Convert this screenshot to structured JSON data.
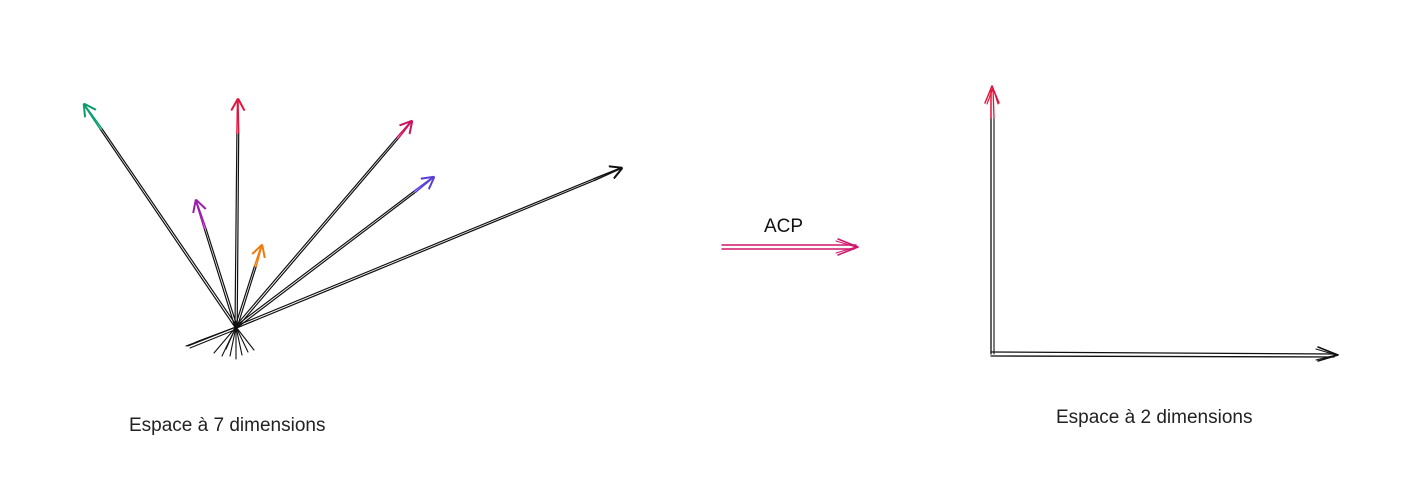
{
  "left_panel": {
    "caption": "Espace à 7 dimensions",
    "vectors": [
      {
        "name": "green-vector",
        "color": "#0a9a6e"
      },
      {
        "name": "purple-vector",
        "color": "#9b1fa8"
      },
      {
        "name": "red-vector",
        "color": "#e0143c"
      },
      {
        "name": "orange-vector",
        "color": "#f07a10"
      },
      {
        "name": "magenta-vector",
        "color": "#c8155f"
      },
      {
        "name": "blue-vector",
        "color": "#5a3fd6"
      },
      {
        "name": "black-vector",
        "color": "#111111"
      }
    ]
  },
  "transition": {
    "label": "ACP",
    "color": "#d0166a"
  },
  "right_panel": {
    "caption": "Espace à 2 dimensions",
    "axes": [
      {
        "name": "vertical-axis",
        "color": "#e0143c"
      },
      {
        "name": "horizontal-axis",
        "color": "#111111"
      }
    ]
  }
}
